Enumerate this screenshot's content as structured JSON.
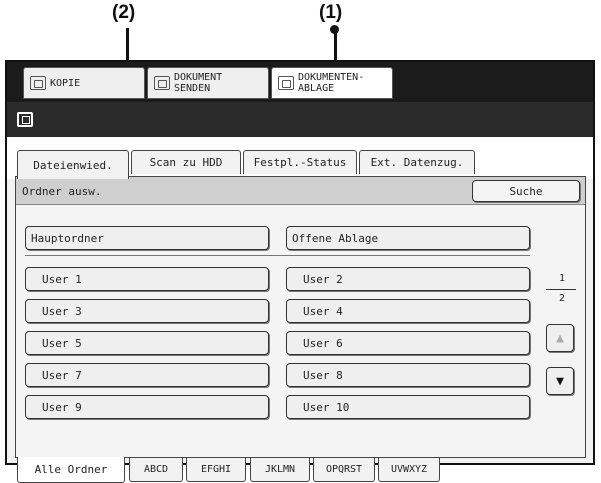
{
  "callouts": {
    "c1": "(1)",
    "c2": "(2)"
  },
  "mode_tabs": [
    {
      "line1": "KOPIE",
      "line2": ""
    },
    {
      "line1": "DOKUMENT",
      "line2": "SENDEN"
    },
    {
      "line1": "DOKUMENTEN-",
      "line2": "ABLAGE"
    }
  ],
  "tabs": [
    "Dateienwied.",
    "Scan zu HDD",
    "Festpl.-Status",
    "Ext. Datenzug."
  ],
  "header": {
    "label": "Ordner ausw.",
    "search_label": "Suche"
  },
  "folders": {
    "main": "Hauptordner",
    "quick": "Offene Ablage",
    "users": [
      "User 1",
      "User 2",
      "User 3",
      "User 4",
      "User 5",
      "User 6",
      "User 7",
      "User 8",
      "User 9",
      "User 10"
    ]
  },
  "pagination": {
    "current": "1",
    "total": "2",
    "up_icon": "arrow-up-icon",
    "down_icon": "arrow-down-icon"
  },
  "filter_tabs": [
    "Alle Ordner",
    "ABCD",
    "EFGHI",
    "JKLMN",
    "OPQRST",
    "UVWXYZ"
  ]
}
